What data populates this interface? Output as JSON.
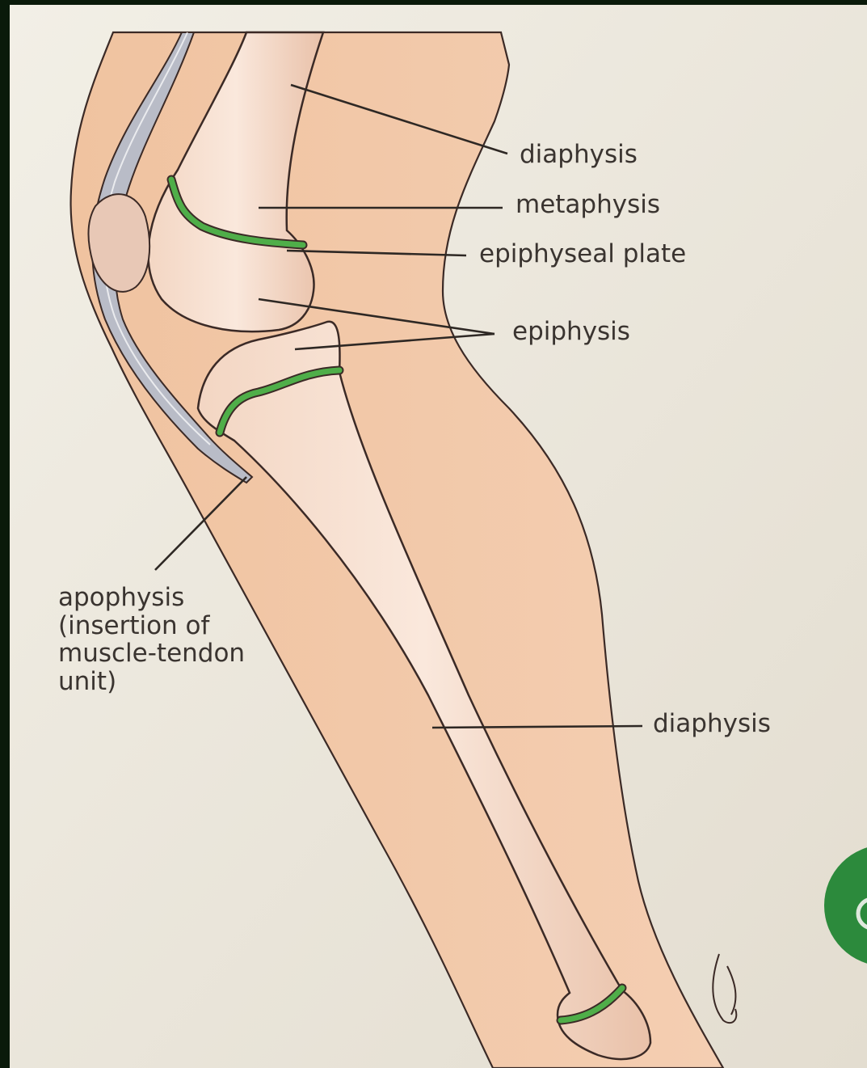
{
  "labels": {
    "diaphysis_top": "diaphysis",
    "metaphysis": "metaphysis",
    "epiphyseal_plate": "epiphyseal plate",
    "epiphysis": "epiphysis",
    "apophysis": [
      "apophysis",
      "(insertion of",
      "muscle-tendon",
      "unit)"
    ],
    "diaphysis_bottom": "diaphysis"
  },
  "colors": {
    "page_background": "#eeebdf",
    "skin": "#f1c8a8",
    "bone": "#f5dfcd",
    "growth_plate": "#4fae49",
    "outline": "#3b2a26",
    "tendon": "#b9bcc7",
    "frame": "#0a1a0a",
    "badge": "#2c8a3c"
  },
  "icons": {
    "artist_signature": "signature-mark"
  }
}
